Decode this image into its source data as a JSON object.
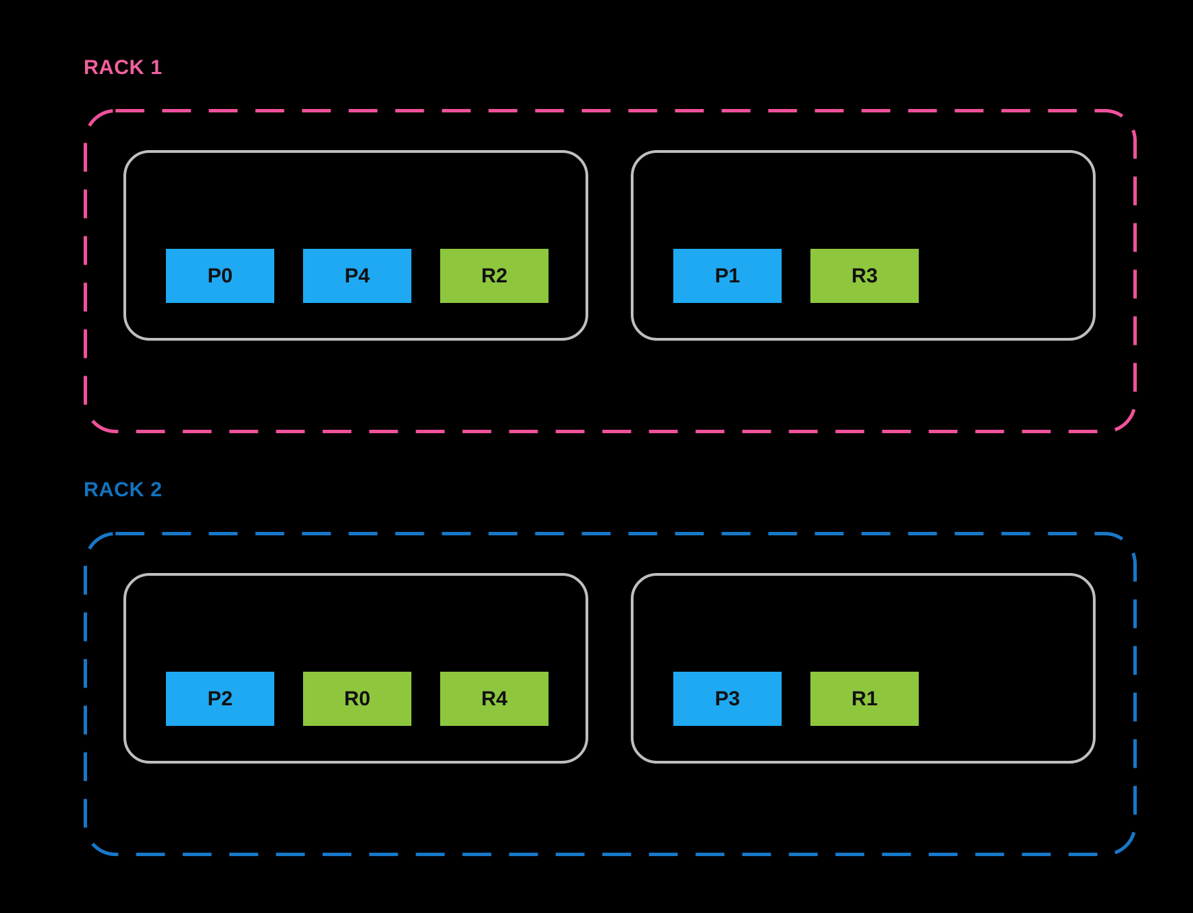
{
  "diagram": {
    "colors": {
      "background": "#000000",
      "primary_slot": "#1FA9F2",
      "replica_slot": "#8EC73E",
      "slot_text": "#111111",
      "node_border": "#BFBFBF"
    },
    "racks": [
      {
        "label": "RACK 1",
        "label_color": "#F2609F",
        "border_color": "#F0519B",
        "nodes": [
          {
            "slots": [
              {
                "label": "P0",
                "role": "primary",
                "color": "#1FA9F2"
              },
              {
                "label": "P4",
                "role": "primary",
                "color": "#1FA9F2"
              },
              {
                "label": "R2",
                "role": "replica",
                "color": "#8EC73E"
              }
            ]
          },
          {
            "slots": [
              {
                "label": "P1",
                "role": "primary",
                "color": "#1FA9F2"
              },
              {
                "label": "R3",
                "role": "replica",
                "color": "#8EC73E"
              }
            ]
          }
        ]
      },
      {
        "label": "RACK 2",
        "label_color": "#1273BE",
        "border_color": "#1878C8",
        "nodes": [
          {
            "slots": [
              {
                "label": "P2",
                "role": "primary",
                "color": "#1FA9F2"
              },
              {
                "label": "R0",
                "role": "replica",
                "color": "#8EC73E"
              },
              {
                "label": "R4",
                "role": "replica",
                "color": "#8EC73E"
              }
            ]
          },
          {
            "slots": [
              {
                "label": "P3",
                "role": "primary",
                "color": "#1FA9F2"
              },
              {
                "label": "R1",
                "role": "replica",
                "color": "#8EC73E"
              }
            ]
          }
        ]
      }
    ]
  }
}
